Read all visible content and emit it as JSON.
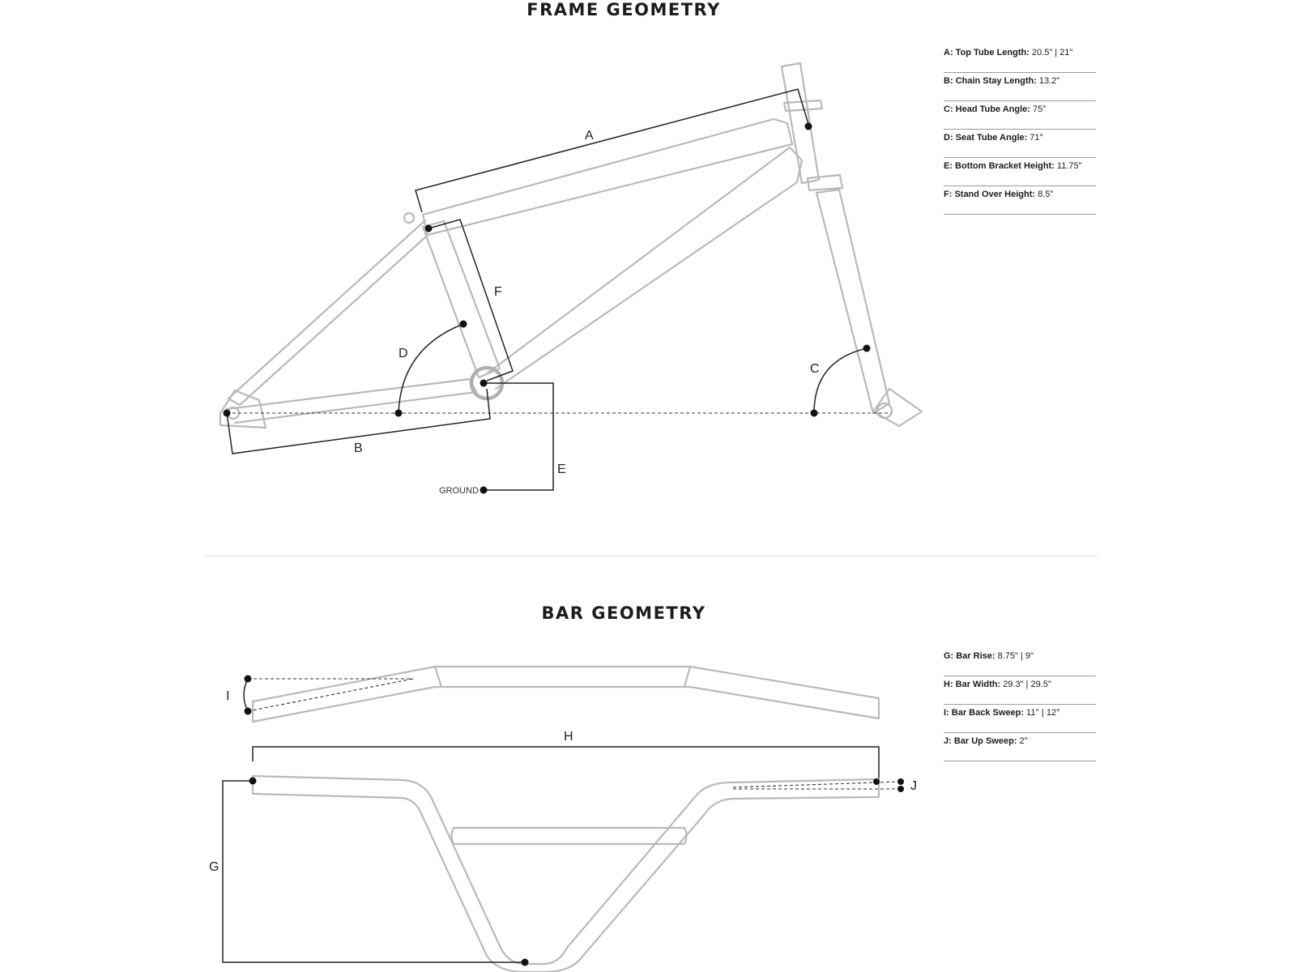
{
  "frame": {
    "title": "FRAME GEOMETRY",
    "specs": [
      {
        "key": "A: Top Tube Length:",
        "value": "20.5\" | 21\""
      },
      {
        "key": "B: Chain Stay Length:",
        "value": "13.2\""
      },
      {
        "key": "C: Head Tube Angle:",
        "value": "75°"
      },
      {
        "key": "D: Seat Tube Angle:",
        "value": "71°"
      },
      {
        "key": "E: Bottom Bracket Height:",
        "value": "11.75\""
      },
      {
        "key": "F: Stand Over Height:",
        "value": "8.5\""
      }
    ],
    "labels": {
      "a": "A",
      "b": "B",
      "c": "C",
      "d": "D",
      "e": "E",
      "f": "F",
      "ground": "GROUND"
    }
  },
  "bar": {
    "title": "BAR GEOMETRY",
    "specs": [
      {
        "key": "G: Bar Rise:",
        "value": "8.75\" | 9\""
      },
      {
        "key": "H: Bar Width:",
        "value": "29.3\" | 29.5\""
      },
      {
        "key": "I: Bar Back Sweep:",
        "value": "11° | 12°"
      },
      {
        "key": "J: Bar Up Sweep:",
        "value": "2°"
      }
    ],
    "labels": {
      "g": "G",
      "h": "H",
      "i": "I",
      "j": "J"
    }
  }
}
